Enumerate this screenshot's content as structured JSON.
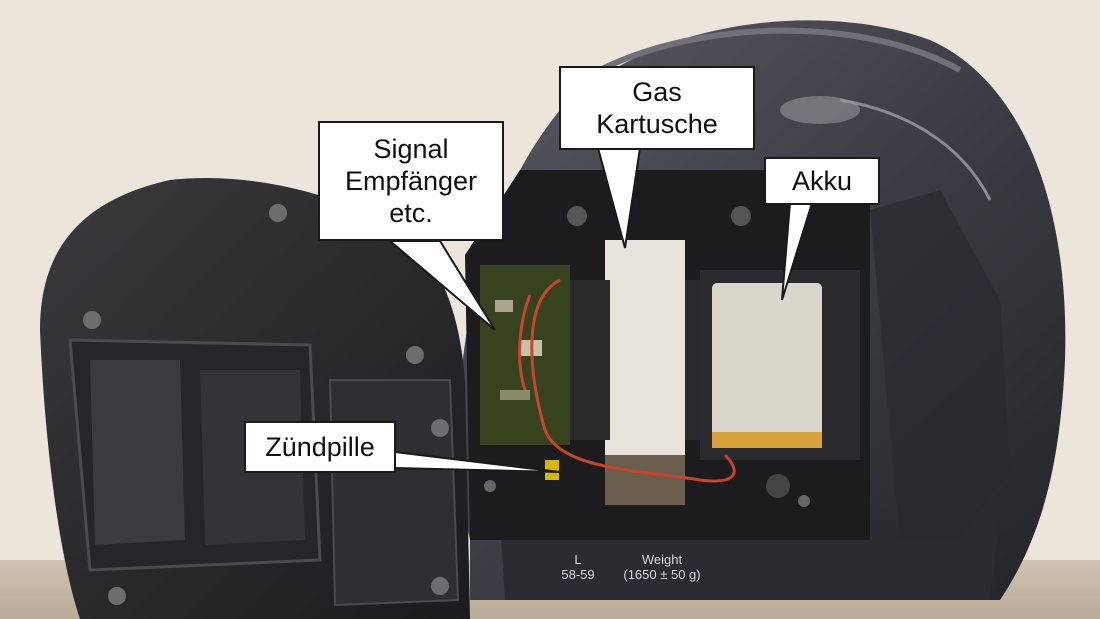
{
  "labels": {
    "signal": [
      "Signal",
      "Empfänger",
      "etc."
    ],
    "gas": [
      "Gas",
      "Kartusche"
    ],
    "akku": "Akku",
    "zuendpille": "Zündpille"
  },
  "helmet_print": {
    "size_letter": "L",
    "size_range": "58-59",
    "weight_label": "Weight",
    "weight_value": "(1650 ± 50 g)"
  },
  "colors": {
    "background": "#e9e3da",
    "helmet_shell": "#3f4046",
    "helmet_dark": "#1d1e22",
    "wire": "#c8452a",
    "pcb": "#37421f",
    "battery": "#d9d6cc"
  }
}
